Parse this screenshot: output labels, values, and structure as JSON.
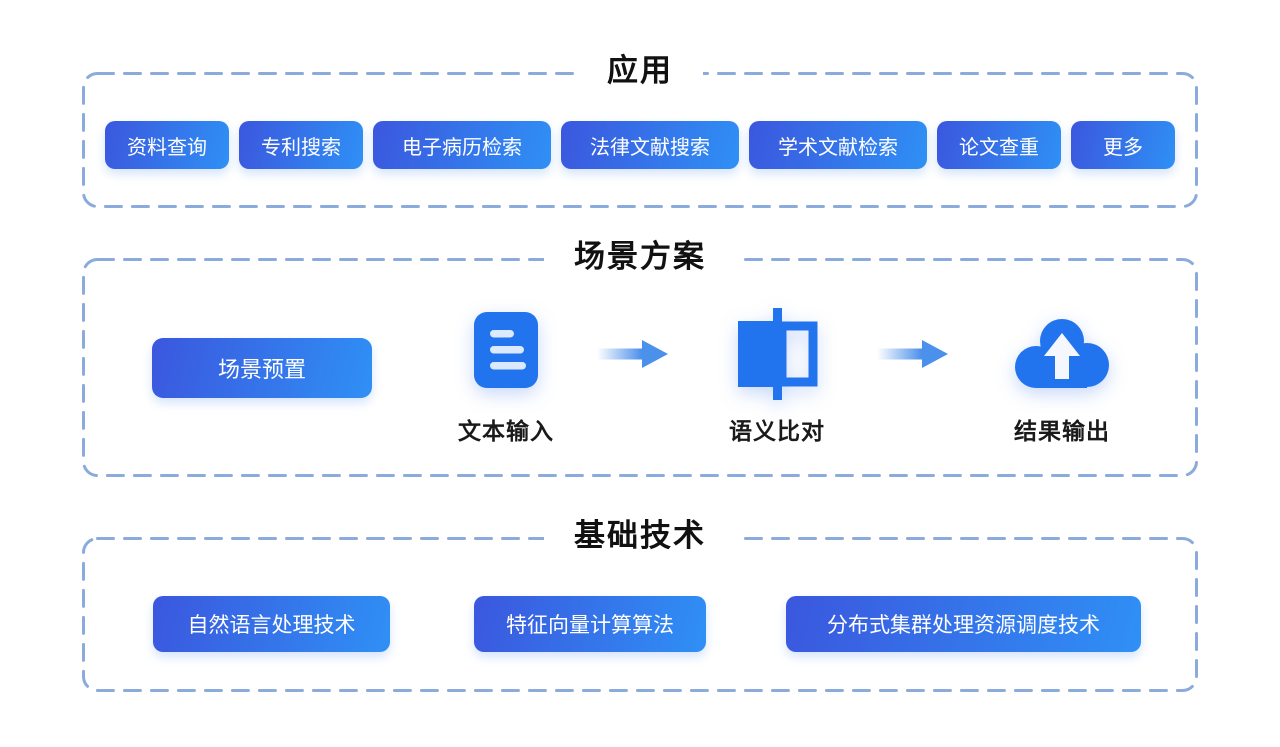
{
  "colors": {
    "background": "#ffffff",
    "btn_grad_start": "#3b57de",
    "btn_grad_end": "#2f90f5",
    "dashed_border": "#8aabdb",
    "icon_blue": "#2273ee",
    "icon_light": "#dbe9fc",
    "arrow_blue": "#4b90ea",
    "icon_arrow_white": "#f4f8fe",
    "title_text": "#111111",
    "button_text": "#ffffff",
    "label_text": "#1a1a1a"
  },
  "sections": {
    "applications": {
      "title": "应用",
      "buttons": [
        "资料查询",
        "专利搜索",
        "电子病历检索",
        "法律文献搜索",
        "学术文献检索",
        "论文查重",
        "更多"
      ]
    },
    "scenario": {
      "title": "场景方案",
      "preset_button": "场景预置",
      "steps": [
        {
          "icon": "document-icon",
          "label": "文本输入"
        },
        {
          "icon": "compare-icon",
          "label": "语义比对"
        },
        {
          "icon": "cloud-upload-icon",
          "label": "结果输出"
        }
      ]
    },
    "foundation": {
      "title": "基础技术",
      "buttons": [
        "自然语言处理技术",
        "特征向量计算算法",
        "分布式集群处理资源调度技术"
      ]
    }
  }
}
